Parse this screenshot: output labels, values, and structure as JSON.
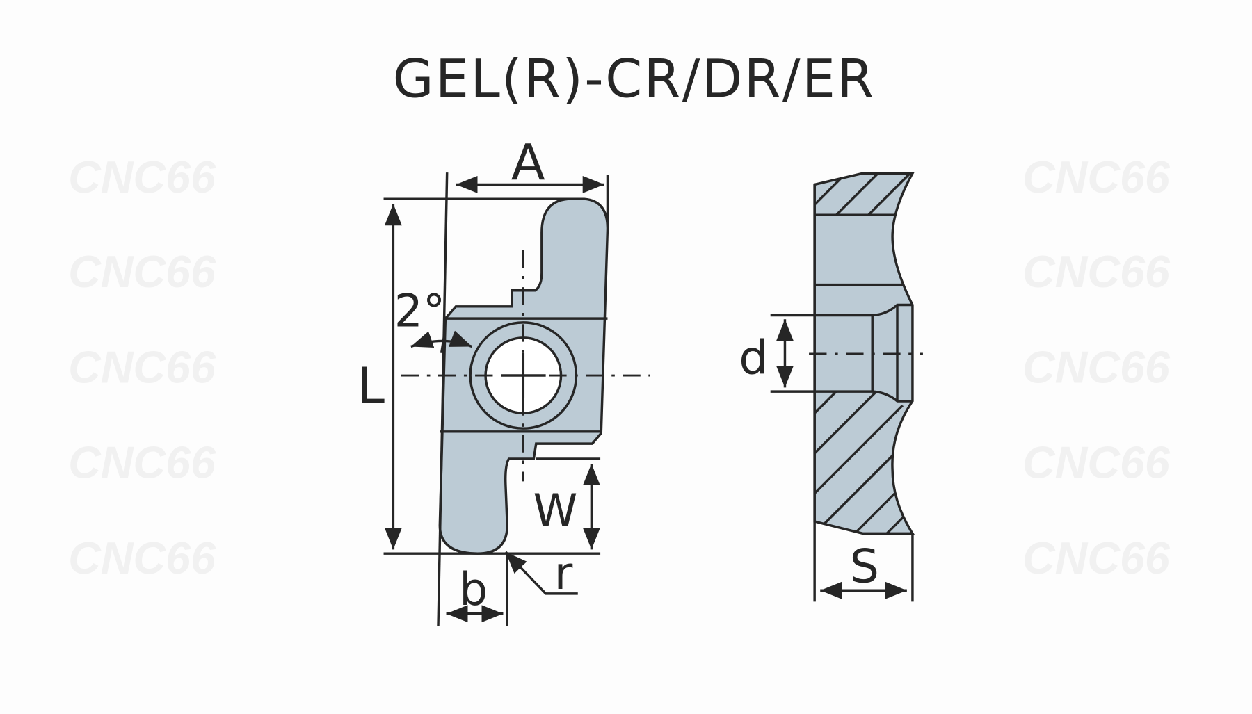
{
  "title": "GEL(R)-CR/DR/ER",
  "watermark": "CNC66",
  "labels": {
    "A": "A",
    "L": "L",
    "angle": "2°",
    "W": "W",
    "r": "r",
    "b": "b",
    "d": "d",
    "S": "S"
  },
  "colors": {
    "part_fill": "#bccbd5",
    "line": "#262626",
    "background": "#fdfdfd"
  }
}
